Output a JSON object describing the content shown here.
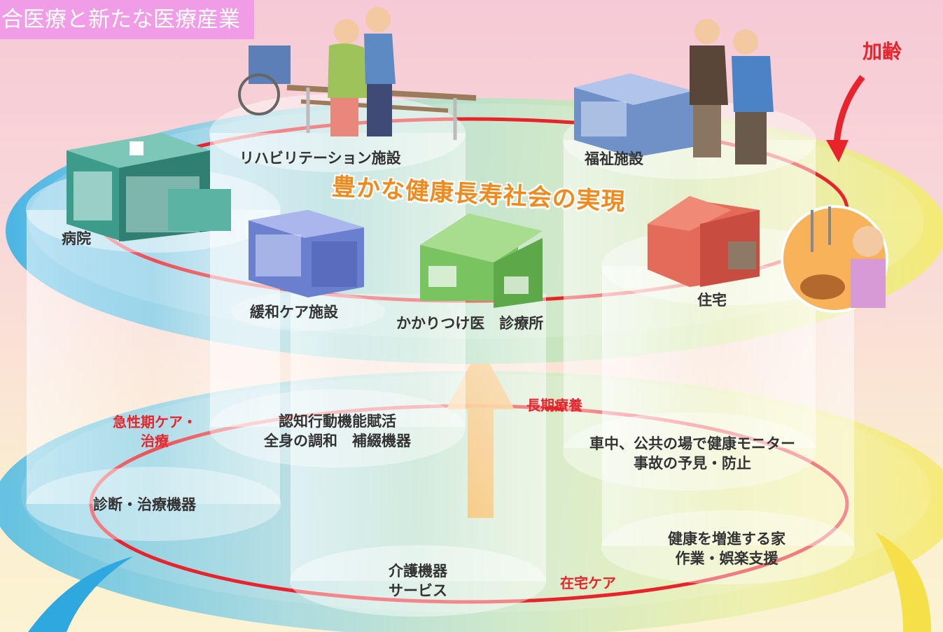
{
  "header": {
    "title": "合医療と新たな医療産業"
  },
  "slogan": "豊かな健康長寿社会の実現",
  "aging_label": "加齢",
  "top_facilities": {
    "rehab": "リハビリテーション施設",
    "welfare": "福祉施設",
    "hospital": "病院",
    "palliative": "緩和ケア施設",
    "clinic": "かかりつけ医　診療所",
    "home": "住宅"
  },
  "care_phases": {
    "acute": [
      "急性期ケア・",
      "治療"
    ],
    "long_term": "長期療養",
    "home_care": "在宅ケア"
  },
  "industries": {
    "cognitive": [
      "認知行動機能賦活",
      "全身の調和　補綴機器"
    ],
    "monitor": [
      "車中、公共の場で健康モニター",
      "事故の予見・防止"
    ],
    "diagnosis": "診断・治療機器",
    "nursing": [
      "介護機器",
      "サービス"
    ],
    "home_health": [
      "健康を増進する家",
      "作業・娯楽支援"
    ]
  },
  "colors": {
    "accent_red": "#e8232b",
    "title_pink": "#f09ce6",
    "slogan_orange": "#f08a1d"
  }
}
